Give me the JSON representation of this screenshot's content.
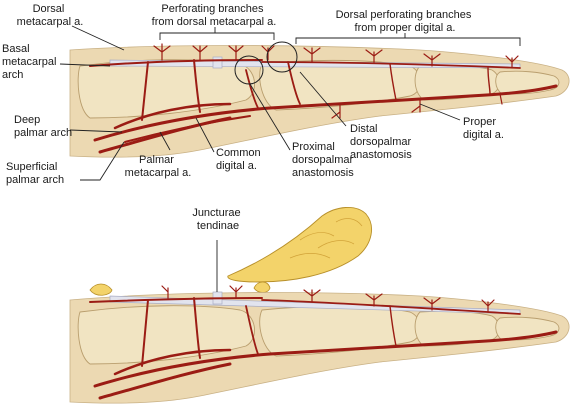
{
  "labels": {
    "dorsal_metacarpal": [
      "Dorsal",
      "metacarpal a."
    ],
    "perforating_branches_metacarpal": [
      "Perforating branches",
      "from dorsal metacarpal a."
    ],
    "dorsal_perforating_proper": [
      "Dorsal perforating branches",
      "from proper digital a."
    ],
    "basal_metacarpal_arch": [
      "Basal",
      "metacarpal",
      "arch"
    ],
    "deep_palmar_arch": [
      "Deep",
      "palmar arch"
    ],
    "superficial_palmar_arch": [
      "Superficial",
      "palmar arch"
    ],
    "palmar_metacarpal": [
      "Palmar",
      "metacarpal a."
    ],
    "common_digital": [
      "Common",
      "digital a."
    ],
    "proximal_dorsopalmar": [
      "Proximal",
      "dorsopalmar",
      "anastomosis"
    ],
    "distal_dorsopalmar": [
      "Distal",
      "dorsopalmar",
      "anastomosis"
    ],
    "proper_digital": [
      "Proper",
      "digital a."
    ],
    "juncturae_tendinae": [
      "Juncturae",
      "tendinae"
    ]
  },
  "colors": {
    "artery": "#9b1c14",
    "bone": "#f1e4c2",
    "skin": "#ecd9b2",
    "fat": "#f3d36a",
    "tendon": "#e2e4ee"
  }
}
